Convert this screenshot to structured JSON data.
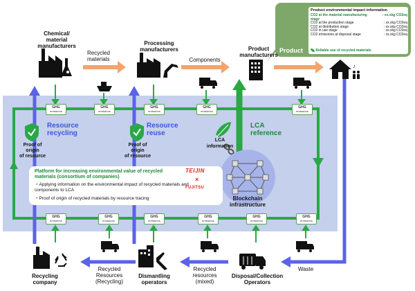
{
  "actors": {
    "chemical": "Chemical/\nmaterial\nmanufacturers",
    "processing": "Processing\nmanufacturers",
    "product_mfr": "Product\nmanufacturers",
    "recycling": "Recycling\ncompany",
    "dismantling": "Dismantling\noperators",
    "disposal": "Disposal/Collection\nOperators"
  },
  "flows": {
    "recycled_materials": "Recycled\nmaterials",
    "components": "Components",
    "recycled_resources_recycling": "Recycled\nResources\n(Recycling)",
    "recycled_resources_mixed": "Recycled\nresources\n(mixed)",
    "waste": "Waste"
  },
  "ghg": {
    "line1": "GHG",
    "line2": "emissions"
  },
  "product_box": {
    "title": "Product environmental impact information",
    "product_label": "Product",
    "rows": [
      {
        "label": "CO2 at the material manufacturing stage",
        "value": ": xx.xkg CO2eq",
        "highlight": true
      },
      {
        "label": "CO2 at the production stage",
        "value": ": xx.xkg CO2eq",
        "highlight": false
      },
      {
        "label": "CO2 at distribution stage",
        "value": ": xx.xkg CO2eq",
        "highlight": false
      },
      {
        "label": "CO2 in use stage",
        "value": ": xx.xkg CO2eq",
        "highlight": false
      },
      {
        "label": "CO2 emissions at disposal stage",
        "value": ": xx.xkg CO2eq",
        "highlight": false
      }
    ],
    "reliable": "Reliable use of recycled materials"
  },
  "labels": {
    "resource_recycling": "Resource\nrecycling",
    "resource_reuse": "Resource\nreuse",
    "lca_reference": "LCA\nreference",
    "lca_information": "LCA\ninformation",
    "proof1": "Proof of\norigin\nof resource",
    "proof2": "Proof of\norigin\nof resource",
    "blockchain": "Blockchain\ninfrastructure"
  },
  "platform": {
    "title": "Platform for increasing environmental value of recycled materials (consortium of companies)",
    "bullet1": "・Applying information on the environmental impact of recycled materials and components to LCA",
    "bullet2": "・Proof of origin of recycled materials by resource tracing"
  },
  "logos": {
    "teijin": "TEIJIN",
    "times": "×",
    "fujitsu": "FUJITSU"
  },
  "colors": {
    "green": "#2aa845",
    "blue": "#5c63e8",
    "orange": "#f4a46b",
    "panel": "#bcc8ea",
    "product_box": "#7ea869"
  }
}
